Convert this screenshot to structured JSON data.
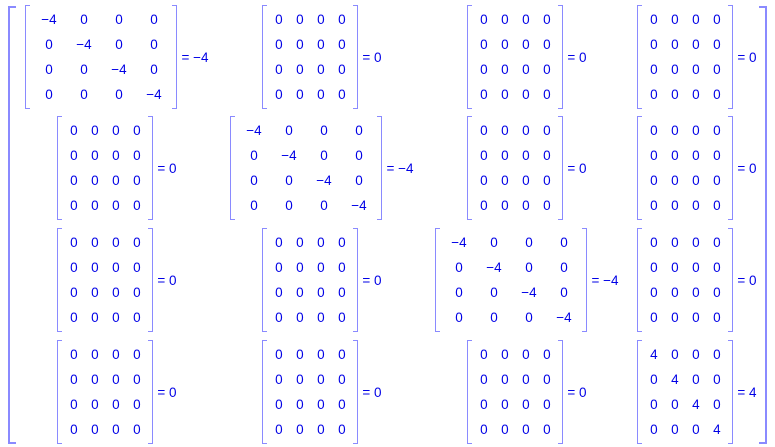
{
  "cells": [
    {
      "matrix": [
        [
          "−4",
          "0",
          "0",
          "0"
        ],
        [
          "0",
          "−4",
          "0",
          "0"
        ],
        [
          "0",
          "0",
          "−4",
          "0"
        ],
        [
          "0",
          "0",
          "0",
          "−4"
        ]
      ],
      "value": "= −4"
    },
    {
      "matrix": [
        [
          "0",
          "0",
          "0",
          "0"
        ],
        [
          "0",
          "0",
          "0",
          "0"
        ],
        [
          "0",
          "0",
          "0",
          "0"
        ],
        [
          "0",
          "0",
          "0",
          "0"
        ]
      ],
      "value": "= 0"
    },
    {
      "matrix": [
        [
          "0",
          "0",
          "0",
          "0"
        ],
        [
          "0",
          "0",
          "0",
          "0"
        ],
        [
          "0",
          "0",
          "0",
          "0"
        ],
        [
          "0",
          "0",
          "0",
          "0"
        ]
      ],
      "value": "= 0"
    },
    {
      "matrix": [
        [
          "0",
          "0",
          "0",
          "0"
        ],
        [
          "0",
          "0",
          "0",
          "0"
        ],
        [
          "0",
          "0",
          "0",
          "0"
        ],
        [
          "0",
          "0",
          "0",
          "0"
        ]
      ],
      "value": "= 0"
    },
    {
      "matrix": [
        [
          "0",
          "0",
          "0",
          "0"
        ],
        [
          "0",
          "0",
          "0",
          "0"
        ],
        [
          "0",
          "0",
          "0",
          "0"
        ],
        [
          "0",
          "0",
          "0",
          "0"
        ]
      ],
      "value": "= 0"
    },
    {
      "matrix": [
        [
          "−4",
          "0",
          "0",
          "0"
        ],
        [
          "0",
          "−4",
          "0",
          "0"
        ],
        [
          "0",
          "0",
          "−4",
          "0"
        ],
        [
          "0",
          "0",
          "0",
          "−4"
        ]
      ],
      "value": "= −4"
    },
    {
      "matrix": [
        [
          "0",
          "0",
          "0",
          "0"
        ],
        [
          "0",
          "0",
          "0",
          "0"
        ],
        [
          "0",
          "0",
          "0",
          "0"
        ],
        [
          "0",
          "0",
          "0",
          "0"
        ]
      ],
      "value": "= 0"
    },
    {
      "matrix": [
        [
          "0",
          "0",
          "0",
          "0"
        ],
        [
          "0",
          "0",
          "0",
          "0"
        ],
        [
          "0",
          "0",
          "0",
          "0"
        ],
        [
          "0",
          "0",
          "0",
          "0"
        ]
      ],
      "value": "= 0"
    },
    {
      "matrix": [
        [
          "0",
          "0",
          "0",
          "0"
        ],
        [
          "0",
          "0",
          "0",
          "0"
        ],
        [
          "0",
          "0",
          "0",
          "0"
        ],
        [
          "0",
          "0",
          "0",
          "0"
        ]
      ],
      "value": "= 0"
    },
    {
      "matrix": [
        [
          "0",
          "0",
          "0",
          "0"
        ],
        [
          "0",
          "0",
          "0",
          "0"
        ],
        [
          "0",
          "0",
          "0",
          "0"
        ],
        [
          "0",
          "0",
          "0",
          "0"
        ]
      ],
      "value": "= 0"
    },
    {
      "matrix": [
        [
          "−4",
          "0",
          "0",
          "0"
        ],
        [
          "0",
          "−4",
          "0",
          "0"
        ],
        [
          "0",
          "0",
          "−4",
          "0"
        ],
        [
          "0",
          "0",
          "0",
          "−4"
        ]
      ],
      "value": "= −4"
    },
    {
      "matrix": [
        [
          "0",
          "0",
          "0",
          "0"
        ],
        [
          "0",
          "0",
          "0",
          "0"
        ],
        [
          "0",
          "0",
          "0",
          "0"
        ],
        [
          "0",
          "0",
          "0",
          "0"
        ]
      ],
      "value": "= 0"
    },
    {
      "matrix": [
        [
          "0",
          "0",
          "0",
          "0"
        ],
        [
          "0",
          "0",
          "0",
          "0"
        ],
        [
          "0",
          "0",
          "0",
          "0"
        ],
        [
          "0",
          "0",
          "0",
          "0"
        ]
      ],
      "value": "= 0"
    },
    {
      "matrix": [
        [
          "0",
          "0",
          "0",
          "0"
        ],
        [
          "0",
          "0",
          "0",
          "0"
        ],
        [
          "0",
          "0",
          "0",
          "0"
        ],
        [
          "0",
          "0",
          "0",
          "0"
        ]
      ],
      "value": "= 0"
    },
    {
      "matrix": [
        [
          "0",
          "0",
          "0",
          "0"
        ],
        [
          "0",
          "0",
          "0",
          "0"
        ],
        [
          "0",
          "0",
          "0",
          "0"
        ],
        [
          "0",
          "0",
          "0",
          "0"
        ]
      ],
      "value": "= 0"
    },
    {
      "matrix": [
        [
          "4",
          "0",
          "0",
          "0"
        ],
        [
          "0",
          "4",
          "0",
          "0"
        ],
        [
          "0",
          "0",
          "4",
          "0"
        ],
        [
          "0",
          "0",
          "0",
          "4"
        ]
      ],
      "value": "= 4"
    }
  ]
}
